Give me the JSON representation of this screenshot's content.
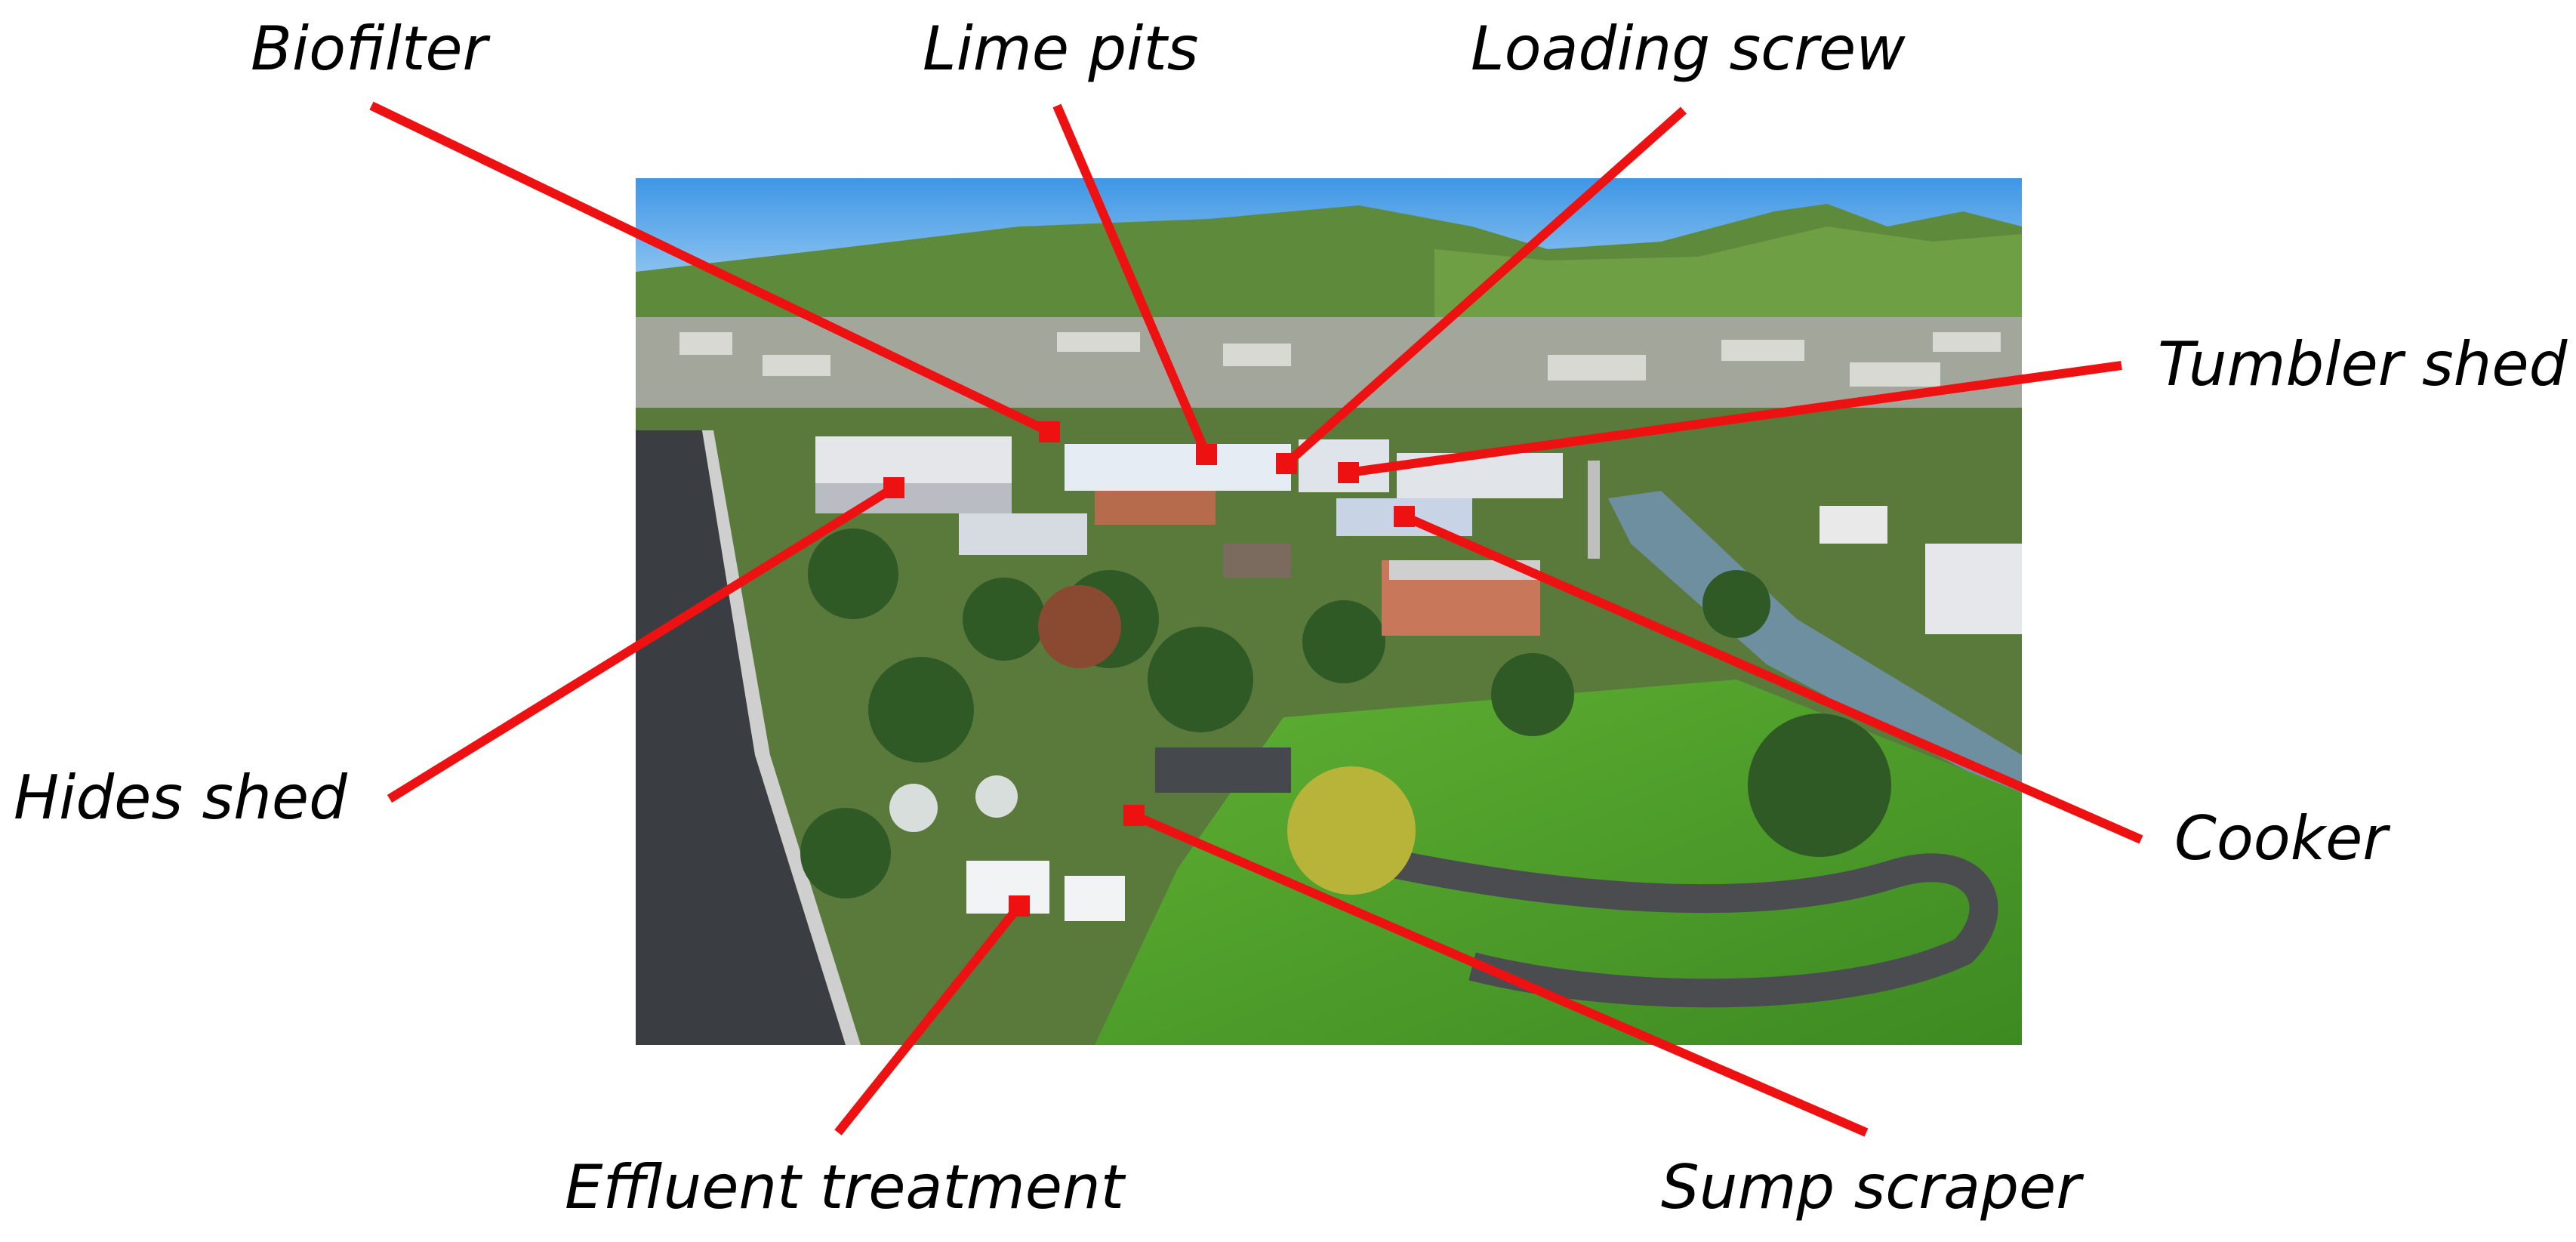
{
  "colors": {
    "leader": "#ee1111",
    "sky_top": "#3f96e6",
    "sky_bottom": "#a9d4f2",
    "hill": "#5e8a3c",
    "lawn": "#4fa02c",
    "road": "#3a3d42"
  },
  "labels": [
    {
      "id": "biofilter",
      "text": "Biofilter"
    },
    {
      "id": "lime-pits",
      "text": "Lime pits"
    },
    {
      "id": "loading-screw",
      "text": "Loading screw"
    },
    {
      "id": "tumbler-shed",
      "text": "Tumbler shed"
    },
    {
      "id": "hides-shed",
      "text": "Hides shed"
    },
    {
      "id": "cooker",
      "text": "Cooker"
    },
    {
      "id": "effluent-treatment",
      "text": "Effluent treatment"
    },
    {
      "id": "sump-scraper",
      "text": "Sump scraper"
    }
  ]
}
